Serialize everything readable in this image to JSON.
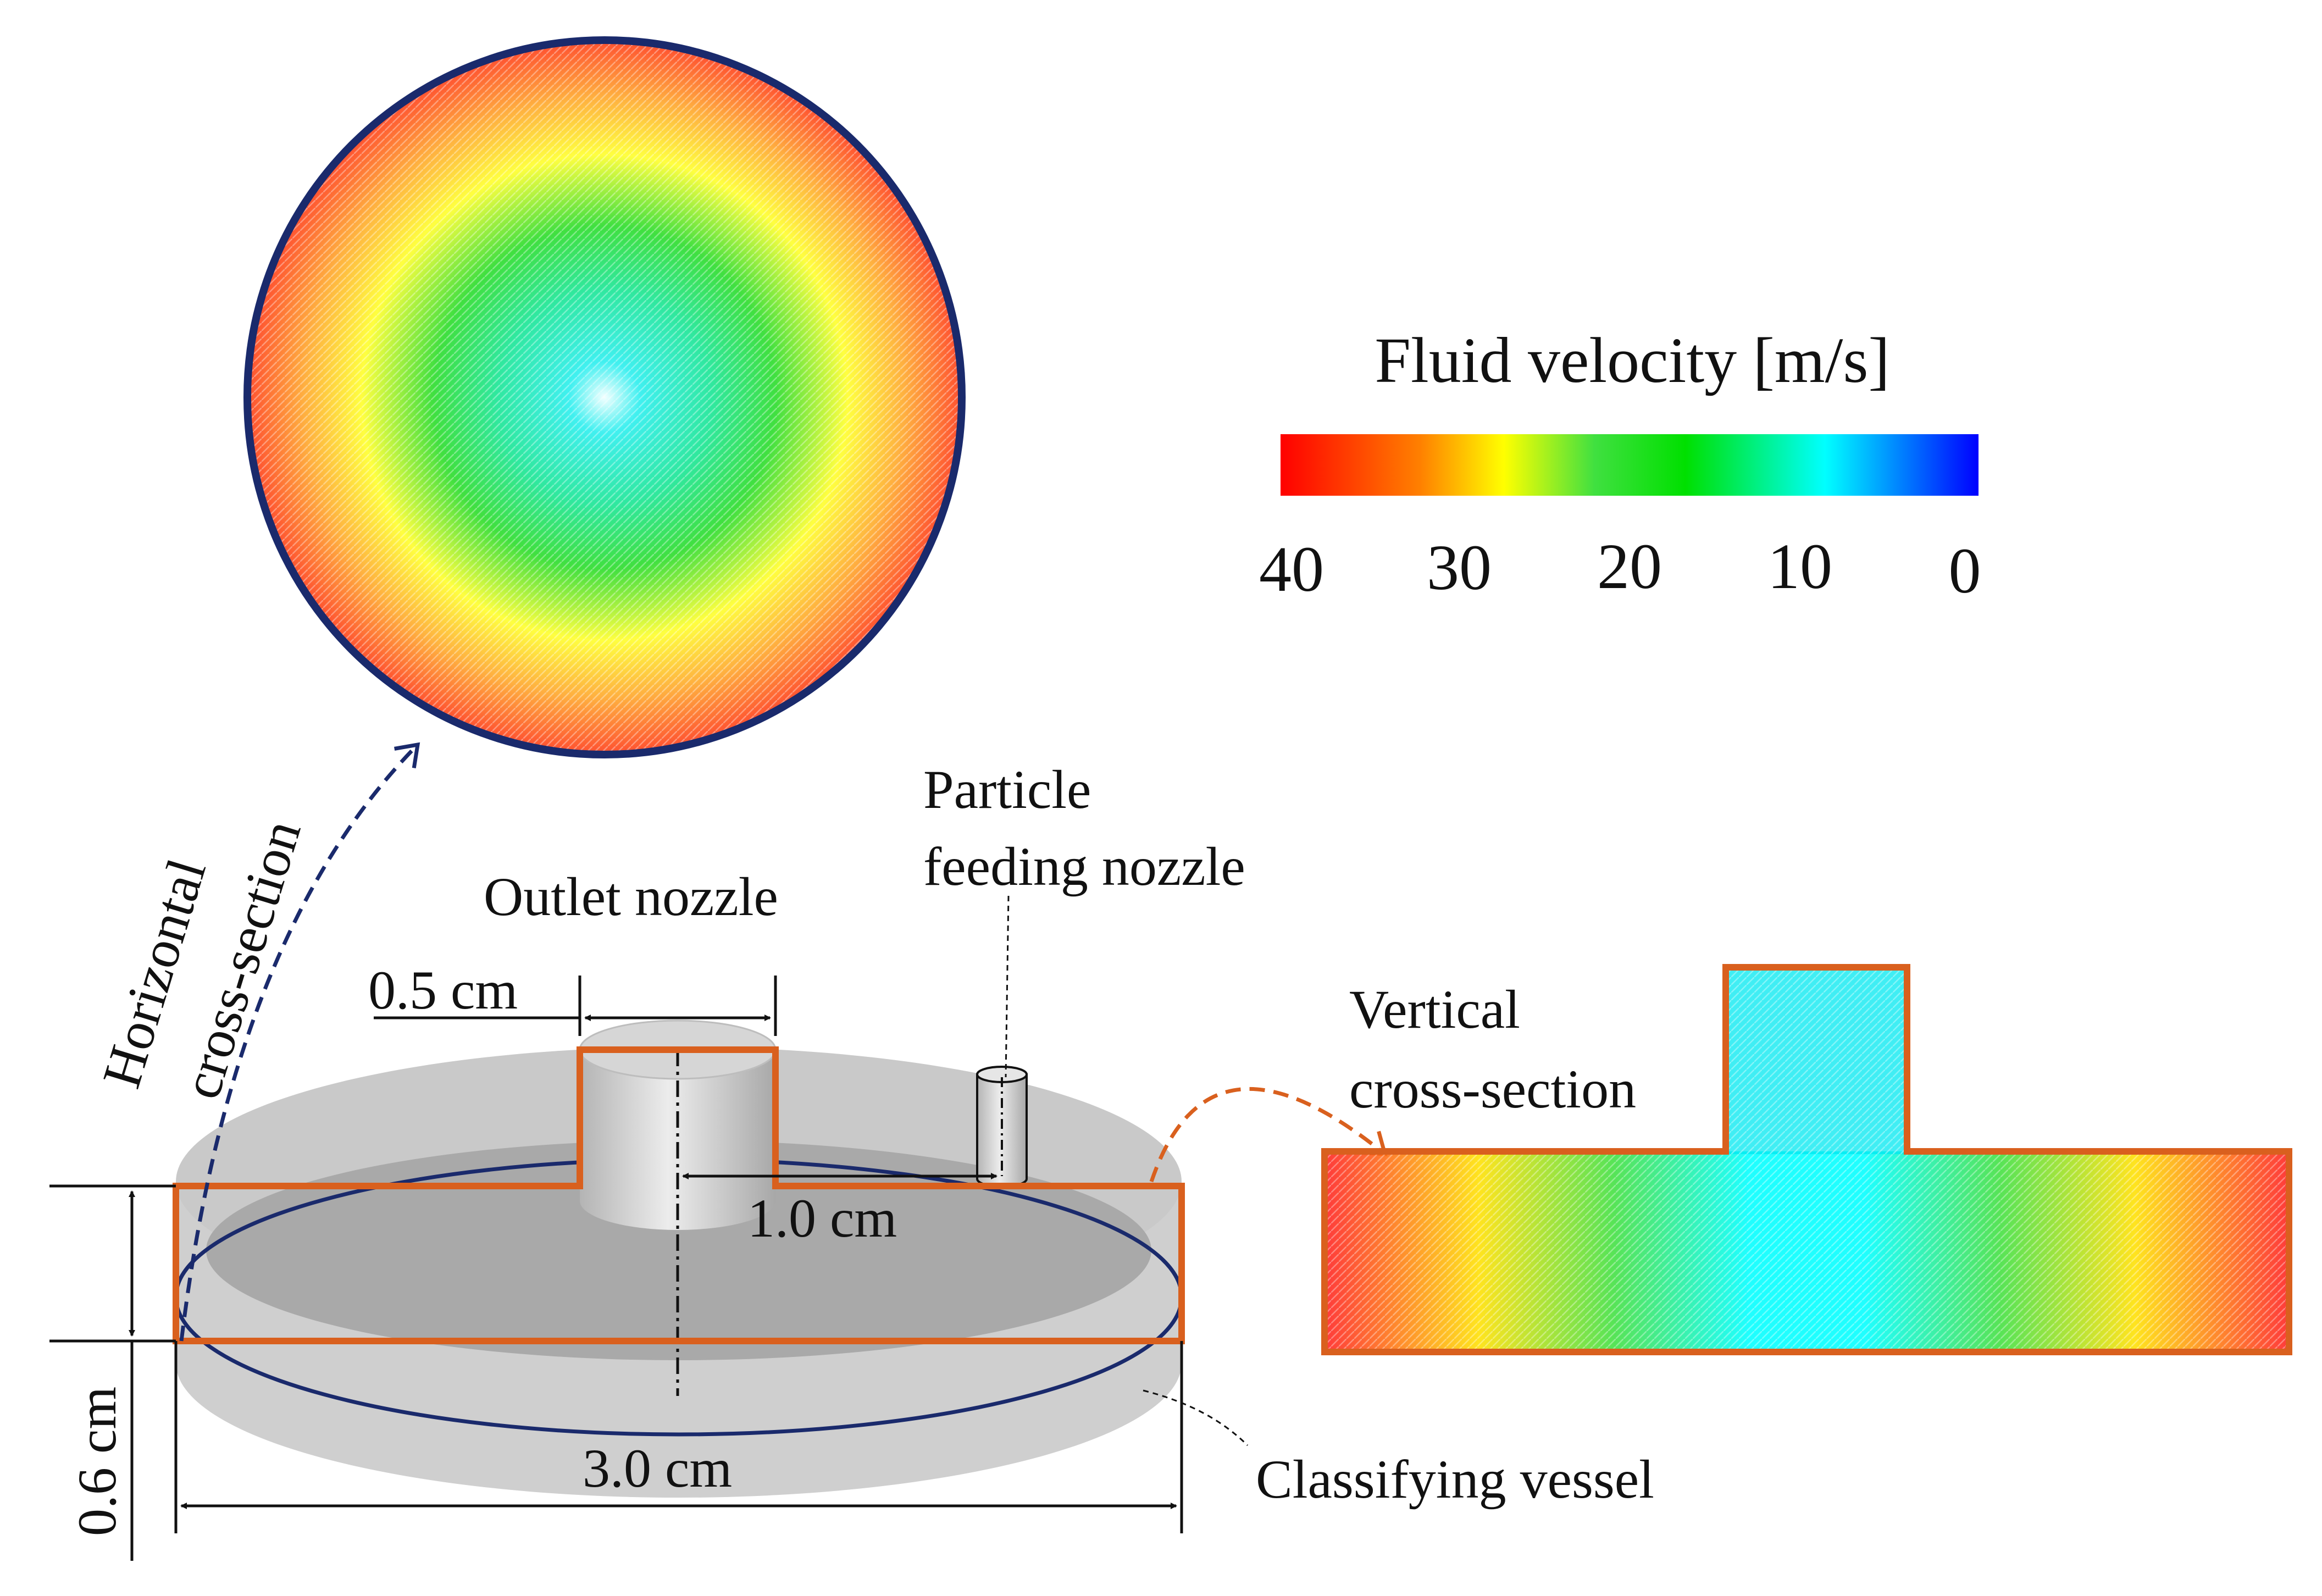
{
  "colorbar": {
    "title": "Fluid velocity [m/s]",
    "ticks": [
      "40",
      "30",
      "20",
      "10",
      "0"
    ],
    "stops": [
      "#ff0000",
      "#ff8000",
      "#ffff00",
      "#00e000",
      "#00ffff",
      "#0000ff"
    ]
  },
  "labels": {
    "horizontal_line1": "Horizontal",
    "horizontal_line2": "cross-section",
    "vertical_line1": "Vertical",
    "vertical_line2": "cross-section",
    "outlet": "Outlet nozzle",
    "particle_line1": "Particle",
    "particle_line2": "feeding nozzle",
    "vessel": "Classifying vessel"
  },
  "dimensions": {
    "outlet_width": "0.5 cm",
    "offset": "1.0 cm",
    "height": "0.6 cm",
    "diameter": "3.0 cm"
  },
  "colors": {
    "outline_orange": "#d9601e",
    "rim_navy": "#1a2a6c",
    "vessel_gray": "#c8c8c8"
  }
}
